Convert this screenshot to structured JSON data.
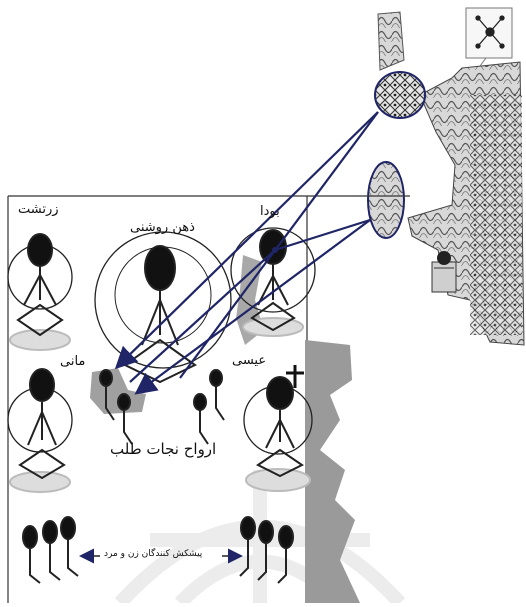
{
  "labels": {
    "zoroaster": "زرتشت",
    "enlightened_mind": "ذهن روشنی",
    "buddha": "بودا",
    "mani": "مانی",
    "jesus": "عیسی",
    "salvation_souls": "ارواح نجات طلب",
    "offerers": "پیشکش کنندگان زن و مرد"
  },
  "colors": {
    "arrow": "#1f2566",
    "line": "#222222",
    "map_gray": "#9a9a9a",
    "fragment_dark": "#3a3a3a"
  },
  "icons": {
    "cross": "cross-icon",
    "arrow_head": "arrow-head-icon",
    "cosmic_symbol": "cosmic-symbol-icon"
  }
}
